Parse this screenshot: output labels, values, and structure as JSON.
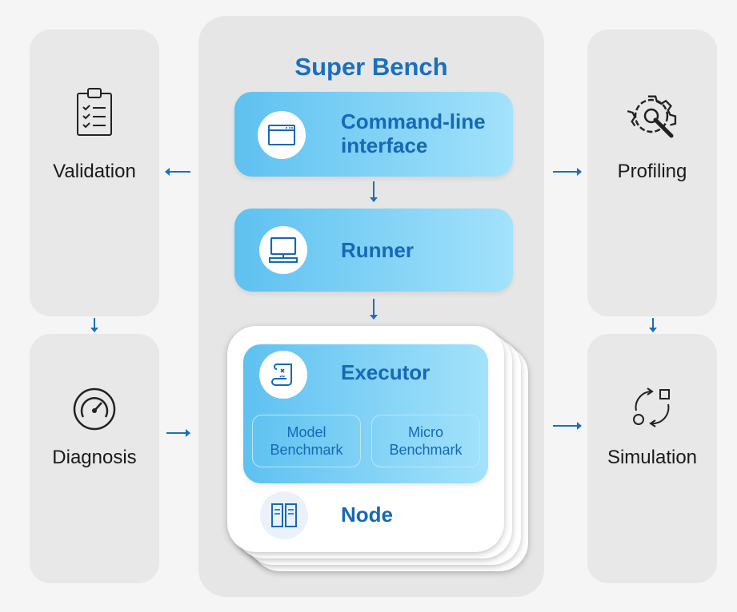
{
  "left_panels": {
    "validation": {
      "label": "Validation",
      "icon": "clipboard-checklist-icon"
    },
    "diagnosis": {
      "label": "Diagnosis",
      "icon": "gauge-icon"
    }
  },
  "right_panels": {
    "profiling": {
      "label": "Profiling",
      "icon": "gear-wrench-icon"
    },
    "simulation": {
      "label": "Simulation",
      "icon": "cycle-shapes-icon"
    }
  },
  "center": {
    "title": "Super Bench",
    "cli": {
      "label_line1": "Command-line",
      "label_line2": "interface",
      "icon": "terminal-window-icon"
    },
    "runner": {
      "label": "Runner",
      "icon": "desktop-computer-icon"
    },
    "executor": {
      "label": "Executor",
      "icon": "scroll-map-icon",
      "model_benchmark": {
        "line1": "Model",
        "line2": "Benchmark"
      },
      "micro_benchmark": {
        "line1": "Micro",
        "line2": "Benchmark"
      }
    },
    "node": {
      "label": "Node",
      "icon": "server-rack-icon"
    }
  },
  "colors": {
    "accent_blue": "#1668b8",
    "arrow_blue": "#1a6fbf",
    "box_gradient_start": "#5ec1f0",
    "box_gradient_end": "#a3e2fb",
    "panel_gray": "#e8e8e8"
  }
}
